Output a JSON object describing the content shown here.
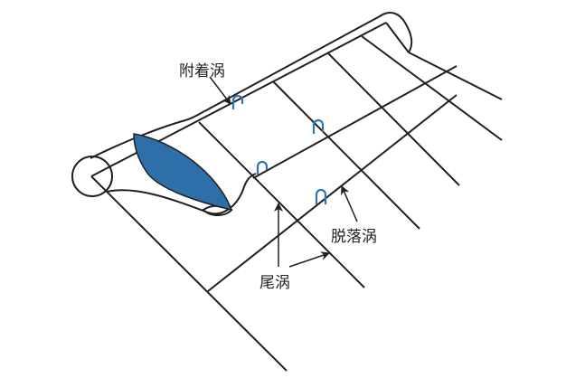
{
  "labels": {
    "attached_vortex": "附着涡",
    "shed_vortex": "脱落涡",
    "tail_vortex": "尾涡"
  },
  "colors": {
    "line": "#231f20",
    "blade_section": "#2e6faa",
    "vortex": "#2e75b6"
  }
}
